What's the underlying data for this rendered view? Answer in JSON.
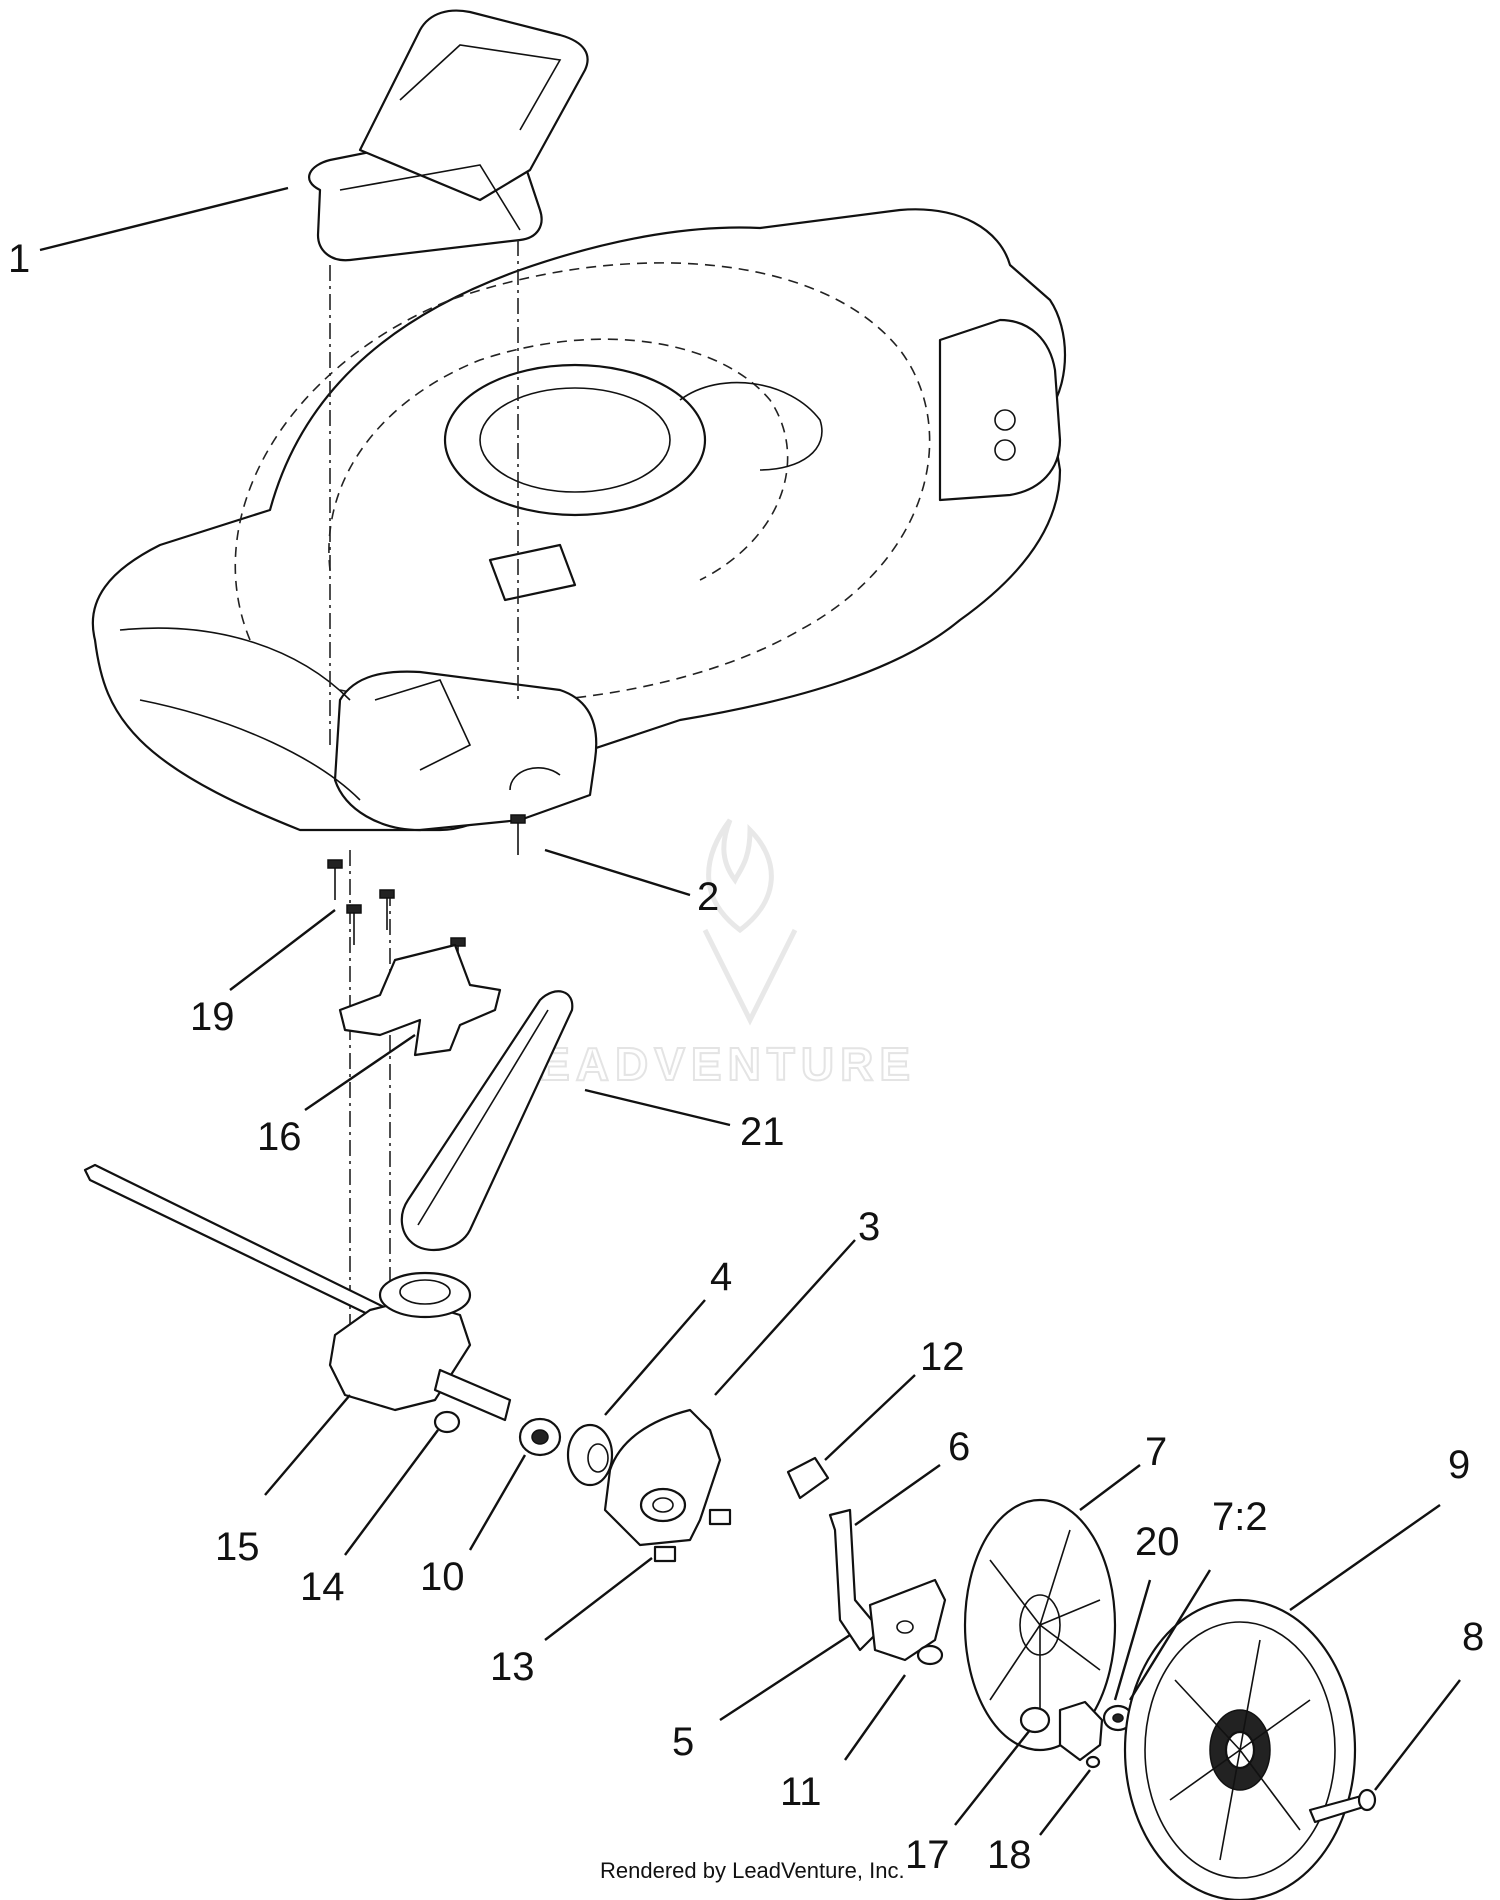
{
  "watermark": "LEADVENTURE",
  "footer": "Rendered by LeadVenture, Inc.",
  "callouts": [
    "1",
    "2",
    "19",
    "16",
    "21",
    "3",
    "4",
    "12",
    "6",
    "7",
    "20",
    "7:2",
    "9",
    "8",
    "15",
    "14",
    "10",
    "13",
    "5",
    "11",
    "17",
    "18"
  ]
}
